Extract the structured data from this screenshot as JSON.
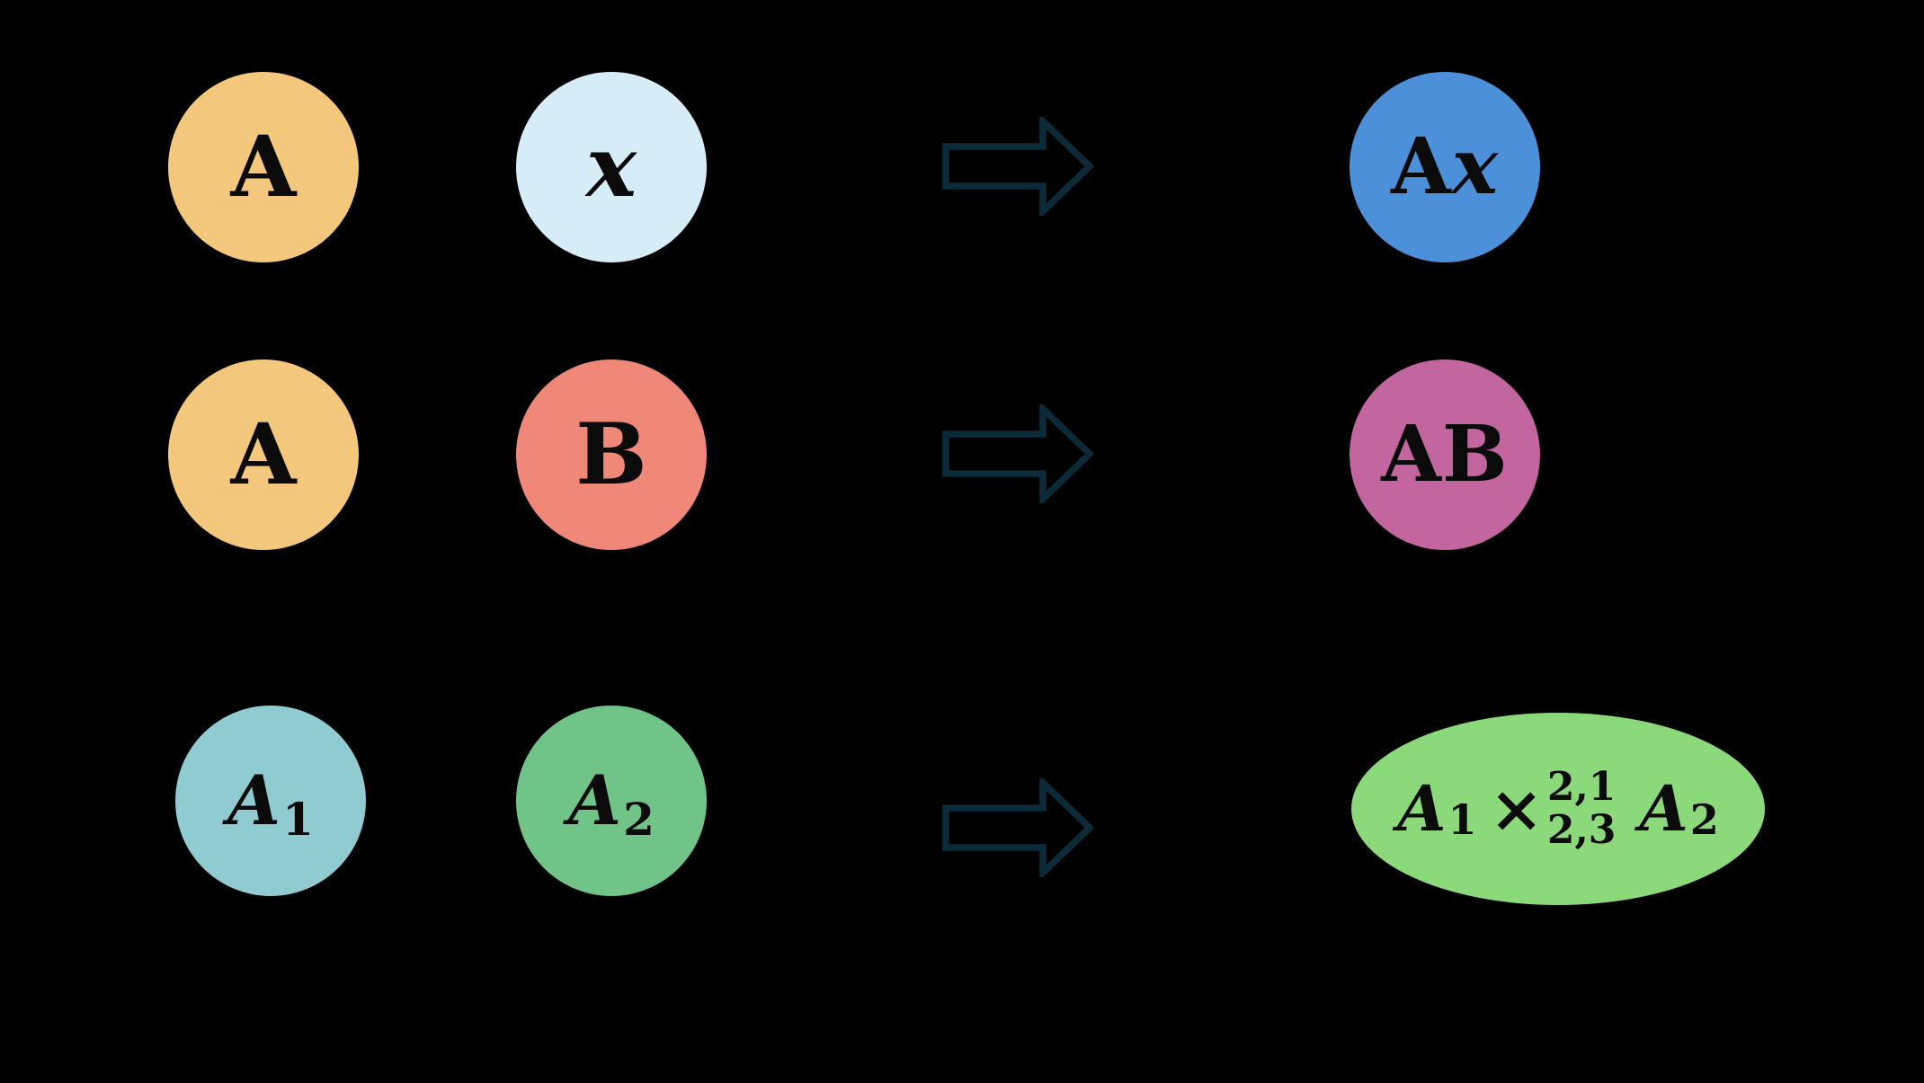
{
  "canvas": {
    "background": "#000000",
    "text_color": "#0b0b0b"
  },
  "arrow": {
    "color": "#0D2A38",
    "direction": "right",
    "style": "hollow-block-arrow"
  },
  "rows": [
    {
      "operands": [
        {
          "text": "A",
          "fill": "#F3C87C",
          "glyph_style": "serif-bold"
        },
        {
          "text": "x",
          "fill": "#D6ECF7",
          "glyph_style": "serif-bold-italic"
        }
      ],
      "result": {
        "text": "Ax",
        "fill": "#4C90D9",
        "parts": [
          {
            "t": "A",
            "glyph_style": "serif-bold"
          },
          {
            "t": "x",
            "glyph_style": "serif-bold-italic"
          }
        ]
      }
    },
    {
      "operands": [
        {
          "text": "A",
          "fill": "#F3C87C",
          "glyph_style": "serif-bold"
        },
        {
          "text": "B",
          "fill": "#EF8878",
          "glyph_style": "serif-bold"
        }
      ],
      "result": {
        "text": "AB",
        "fill": "#C3659F",
        "glyph_style": "serif-bold"
      }
    },
    {
      "operands": [
        {
          "base": "A",
          "sub": "1",
          "fill": "#8FCBD1",
          "glyph_style": "math-script-bold"
        },
        {
          "base": "A",
          "sub": "2",
          "fill": "#70C487",
          "glyph_style": "math-script-bold"
        }
      ],
      "result": {
        "fill": "#8CD97B",
        "shape": "ellipse",
        "formula": {
          "left_base": "A",
          "left_sub": "1",
          "operator": "×",
          "op_sup": "2,1",
          "op_sub": "2,3",
          "right_base": "A",
          "right_sub": "2",
          "glyph_style": "math-script-bold"
        }
      }
    }
  ]
}
